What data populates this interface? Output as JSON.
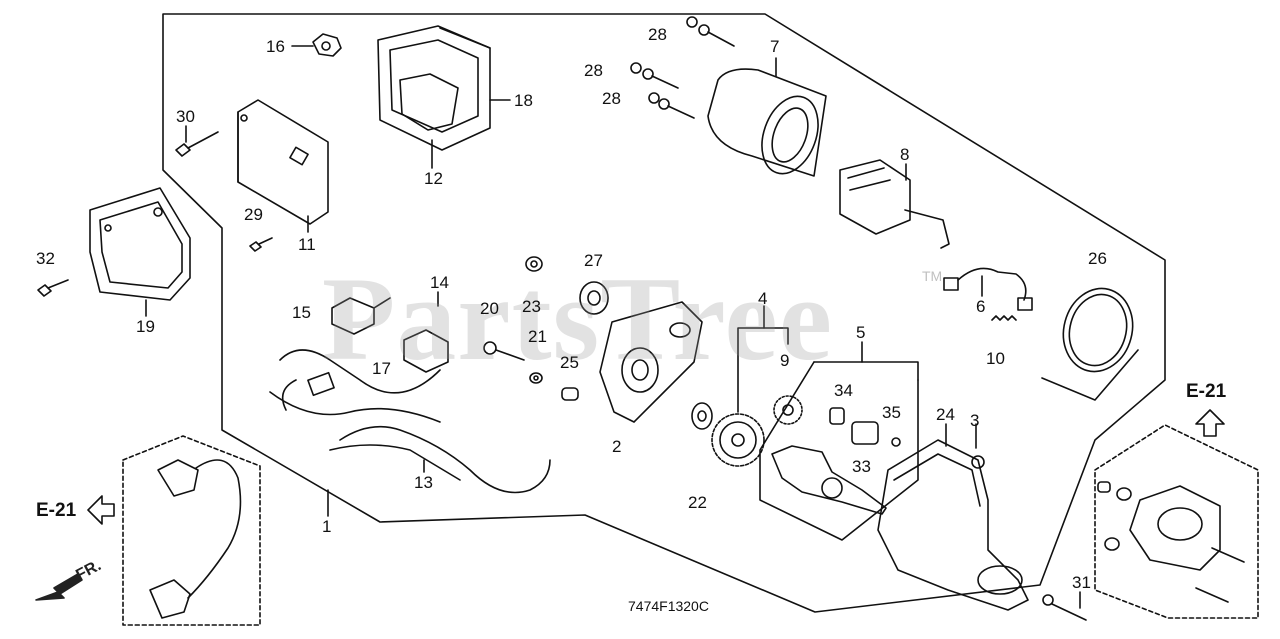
{
  "watermark": "PartsTree",
  "trademark": "TM",
  "diagram_code": "7474F1320C",
  "direction_label": "FR.",
  "reference_left": "E-21",
  "reference_right": "E-21",
  "part_labels": {
    "p1": "1",
    "p2": "2",
    "p3": "3",
    "p4": "4",
    "p5": "5",
    "p6": "6",
    "p7": "7",
    "p8": "8",
    "p9": "9",
    "p10": "10",
    "p11": "11",
    "p12": "12",
    "p13": "13",
    "p14": "14",
    "p15": "15",
    "p16": "16",
    "p17": "17",
    "p18": "18",
    "p19": "19",
    "p20": "20",
    "p21": "21",
    "p22": "22",
    "p23": "23",
    "p24": "24",
    "p25": "25",
    "p26": "26",
    "p27": "27",
    "p28a": "28",
    "p28b": "28",
    "p28c": "28",
    "p29": "29",
    "p30": "30",
    "p31": "31",
    "p32": "32",
    "p33": "33",
    "p34": "34",
    "p35": "35"
  },
  "colors": {
    "line": "#111111",
    "watermark": "#9a9a9a"
  }
}
